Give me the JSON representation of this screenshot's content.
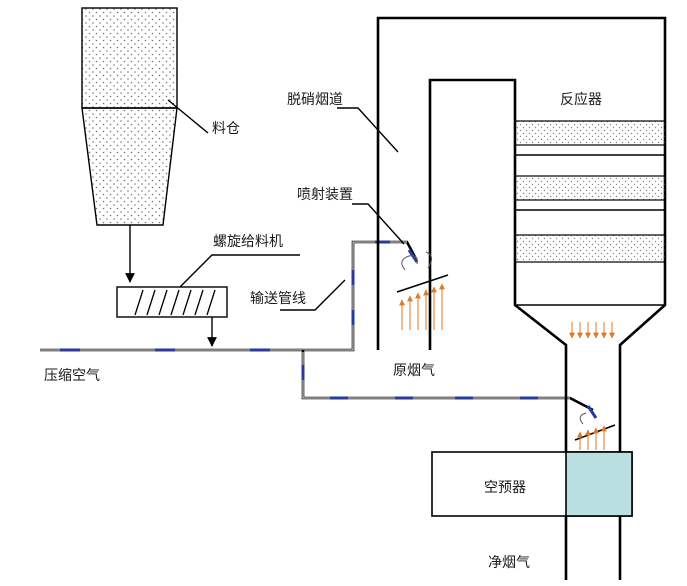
{
  "labels": {
    "hopper": "料仓",
    "screw_feeder": "螺旋给料机",
    "conveying_line": "输送管线",
    "compressed_air": "压缩空气",
    "denox_flue": "脱硝烟道",
    "injection_device": "喷射装置",
    "raw_flue_gas": "原烟气",
    "reactor": "反应器",
    "air_preheater": "空预器",
    "clean_flue_gas": "净烟气"
  },
  "colors": {
    "line": "#000000",
    "pipe_accent": "#2a3a9a",
    "arrow_flow": "#e07a2a",
    "preheater_fill": "#b9dfe0",
    "dot_fill": "#888888"
  }
}
